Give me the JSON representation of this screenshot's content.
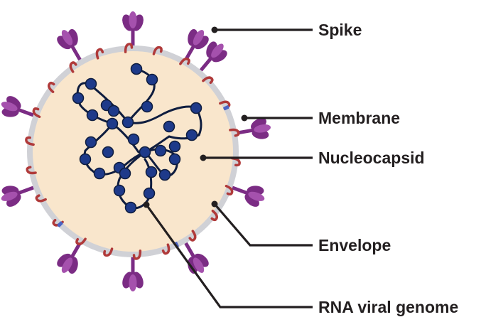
{
  "labels": {
    "spike": "Spike",
    "membrane": "Membrane",
    "nucleocapsid": "Nucleocapsid",
    "envelope": "Envelope",
    "rna": "RNA viral genome"
  },
  "colors": {
    "spike": "#7b2c84",
    "spike_light": "#a551ad",
    "membrane_protein": "#b03a3a",
    "envelope_protein": "#4a63c4",
    "lipid_bilayer": "#d0d1d6",
    "interior": "#f9e6cc",
    "nucleocapsid": "#1e3a8a",
    "rna_strand": "#0f1d3f",
    "leader_line": "#231f20"
  }
}
